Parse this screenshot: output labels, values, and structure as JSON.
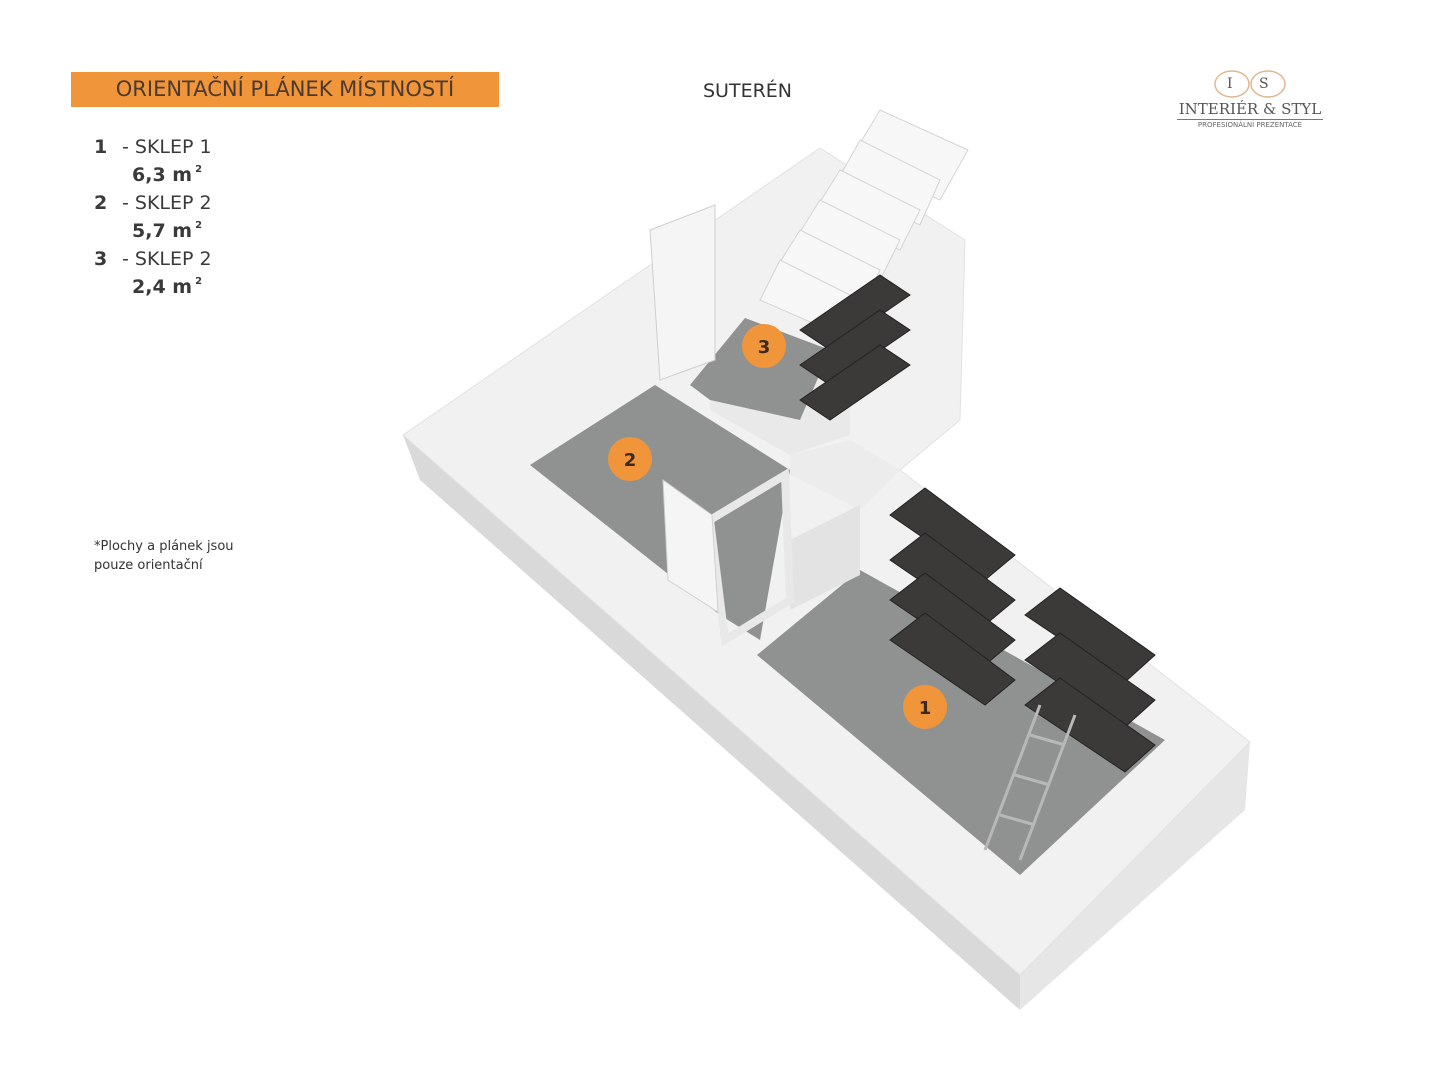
{
  "header": {
    "title": "ORIENTAČNÍ PLÁNEK MÍSTNOSTÍ",
    "floor": "SUTERÉN"
  },
  "logo": {
    "monogram_left": "I",
    "monogram_right": "S",
    "brand": "INTERIÉR & STYL",
    "tagline": "PROFESIONÁLNÍ PREZENTACE"
  },
  "rooms": [
    {
      "number": "1",
      "name": "- SKLEP 1",
      "area": "6,3 m",
      "unit_sup": "2"
    },
    {
      "number": "2",
      "name": "- SKLEP 2",
      "area": "5,7 m",
      "unit_sup": "2"
    },
    {
      "number": "3",
      "name": "- SKLEP 2",
      "area": "2,4 m",
      "unit_sup": "2"
    }
  ],
  "note": {
    "line1": "*Plochy  a plánek jsou",
    "line2": "pouze orientační"
  },
  "colors": {
    "accent": "#f0953a",
    "wall_top": "#f2f2f2",
    "wall_side": "#dcdcdc",
    "floor": "#8e918f",
    "shelf": "#3c3a38"
  }
}
